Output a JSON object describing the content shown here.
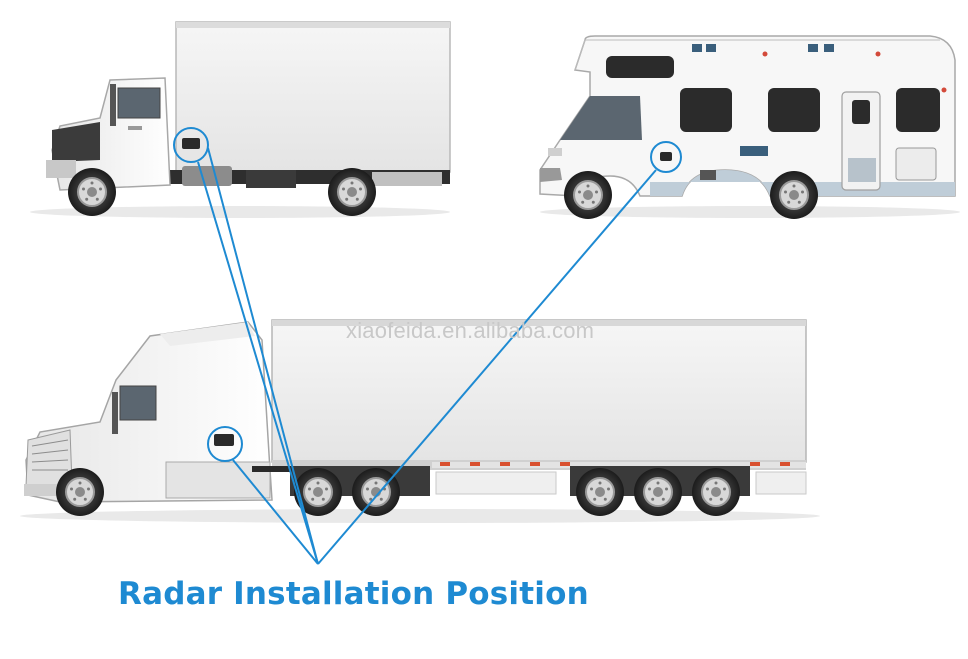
{
  "watermark": "xiaofeida.en.alibaba.com",
  "caption": "Radar Installation Position",
  "colors": {
    "accent": "#1e8ad2",
    "vehicle_body": "#f2f2f2",
    "tire": "#2b2b2b",
    "watermark": "#c8c8c8"
  },
  "vehicles": [
    "box-truck",
    "motorhome",
    "semi-trailer-truck"
  ]
}
